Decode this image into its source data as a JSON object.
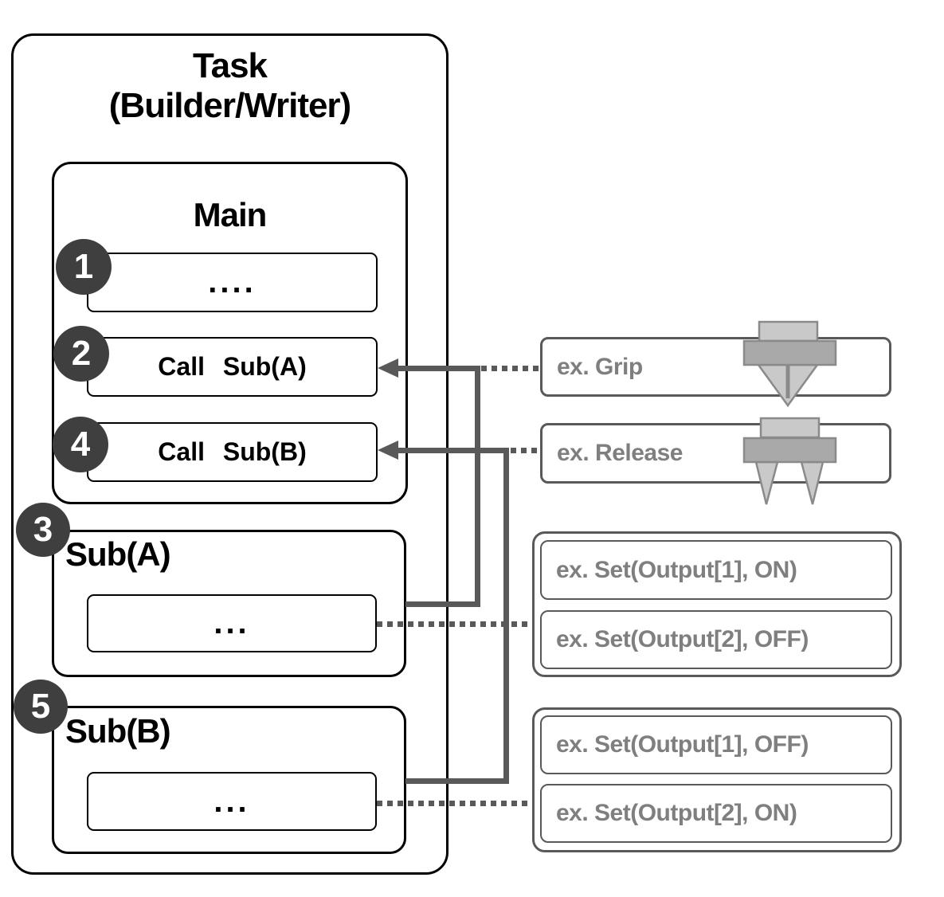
{
  "diagram": {
    "task": {
      "title_line1": "Task",
      "title_line2": "(Builder/Writer)"
    },
    "main": {
      "title": "Main",
      "steps": [
        {
          "num": "1",
          "label": "...."
        },
        {
          "num": "2",
          "label": "Call Sub(A)"
        },
        {
          "num": "4",
          "label": "Call Sub(B)"
        }
      ]
    },
    "sub_a": {
      "num": "3",
      "title": "Sub(A)",
      "body": "..."
    },
    "sub_b": {
      "num": "5",
      "title": "Sub(B)",
      "body": "..."
    },
    "examples": {
      "grip": "ex. Grip",
      "release": "ex. Release",
      "set_a1": "ex. Set(Output[1], ON)",
      "set_a2": "ex. Set(Output[2], OFF)",
      "set_b1": "ex. Set(Output[1], OFF)",
      "set_b2": "ex. Set(Output[2], ON)"
    },
    "icons": {
      "grip": "gripper-closed-icon",
      "release": "gripper-open-icon"
    },
    "colors": {
      "connector": "#595959",
      "example_border": "#595959",
      "example_text": "#7f7f7f",
      "circle_bg": "#3f3f3f",
      "diagram_border": "#000000",
      "icon_light": "#c9c9c9",
      "icon_mid": "#a9a9a9",
      "icon_stroke": "#8a8a8a"
    }
  }
}
